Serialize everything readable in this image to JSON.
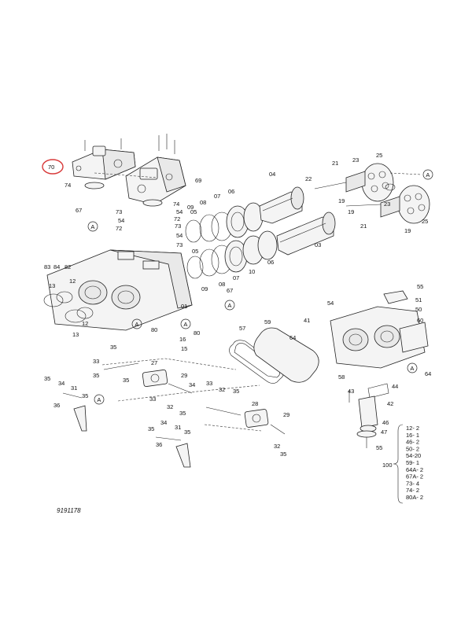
{
  "figure_number": "9191178",
  "highlight_color": "#d83a3a",
  "highlighted_label": "70",
  "reference_marks": [
    "A",
    "A",
    "A",
    "A",
    "A",
    "A",
    "A"
  ],
  "labels": {
    "p70": "70",
    "p74a": "74",
    "p69": "69",
    "p74b": "74",
    "p73a": "73",
    "p54a": "54",
    "p72a": "72",
    "p67a": "67",
    "p54b": "54",
    "p72b": "72",
    "p73b": "73",
    "p54c": "54",
    "p73c": "73",
    "p84": "84",
    "p82": "82",
    "p83": "83",
    "p13a": "13",
    "p12a": "12",
    "p12b": "12",
    "p13b": "13",
    "p09a": "09",
    "p08a": "08",
    "p07a": "07",
    "p06a": "06",
    "p05a": "05",
    "p04": "04",
    "p22": "22",
    "p21a": "21",
    "p23a": "23",
    "p25a": "25",
    "p19a": "19",
    "p19b": "19",
    "p23b": "23",
    "p21b": "21",
    "p19c": "19",
    "p25b": "25",
    "p03": "03",
    "p05b": "05",
    "p06b": "06",
    "p10": "10",
    "p07b": "07",
    "p08b": "08",
    "p09b": "09",
    "p01": "01",
    "p67b": "67",
    "p80a": "80",
    "p16": "16",
    "p80b": "80",
    "p15": "15",
    "p57": "57",
    "p59": "59",
    "p41": "41",
    "p64a": "64",
    "p55a": "55",
    "p54d": "54",
    "p51": "51",
    "p50": "50",
    "p60": "60",
    "p64b": "64",
    "p58": "58",
    "p44": "44",
    "p43": "43",
    "p42": "42",
    "p46": "46",
    "p47": "47",
    "p55b": "55",
    "p35a": "35",
    "p33a": "33",
    "p35b": "35",
    "p35c": "35",
    "p27": "27",
    "p29a": "29",
    "p35d": "35",
    "p34a": "34",
    "p31a": "31",
    "p35e": "35",
    "p36a": "36",
    "p33b": "33",
    "p32a": "32",
    "p35f": "35",
    "p34b": "34",
    "p33c": "33",
    "p32b": "32",
    "p35g": "35",
    "p35h": "35",
    "p34c": "34",
    "p31b": "31",
    "p35i": "35",
    "p36b": "36",
    "p28": "28",
    "p29b": "29",
    "p32c": "32",
    "p35j": "35"
  },
  "kit": {
    "group_number": "100",
    "items": [
      "12- 2",
      "16- 1",
      "46- 2",
      "50- 2",
      "54-20",
      "59- 1",
      "64A- 2",
      "67A- 2",
      "73- 4",
      "74- 2",
      "80A- 2"
    ]
  }
}
